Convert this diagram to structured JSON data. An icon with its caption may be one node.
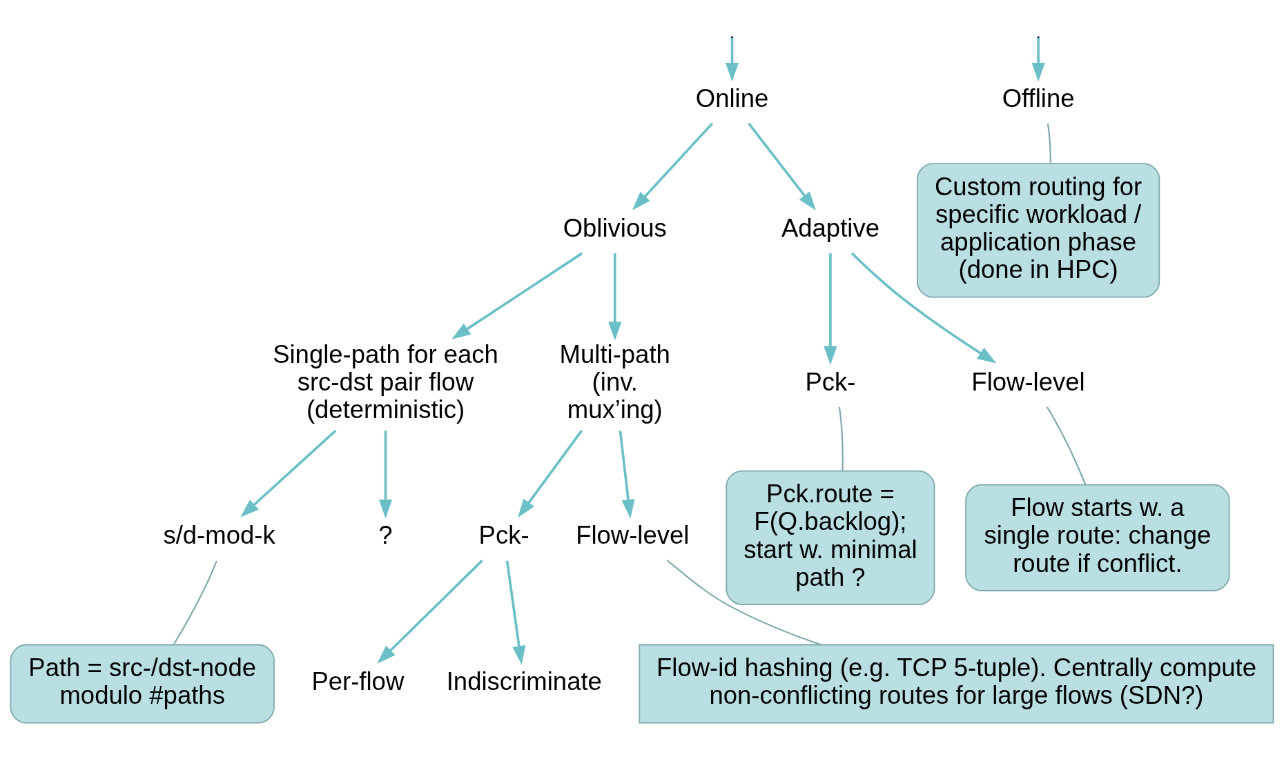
{
  "diagram": {
    "nodes": [
      {
        "text": [
          "Online"
        ]
      },
      {
        "text": [
          "Offline"
        ]
      },
      {
        "text": [
          "Oblivious"
        ]
      },
      {
        "text": [
          "Adaptive"
        ]
      },
      {
        "text": [
          "Single-path for each src-dst pair flow (deterministic)"
        ]
      },
      {
        "text": [
          "Multi-path (inv. mux’ing)"
        ]
      },
      {
        "text": [
          "Pck-"
        ]
      },
      {
        "text": [
          "Flow-level"
        ]
      },
      {
        "text": [
          "s/d-mod-k"
        ]
      },
      {
        "text": [
          "?"
        ]
      },
      {
        "text": [
          "Pck-"
        ]
      },
      {
        "text": [
          "Flow-level"
        ]
      },
      {
        "text": [
          "Per-flow"
        ]
      },
      {
        "text": [
          "Indiscriminate"
        ]
      },
      {
        "text": [
          "Custom routing for specific workload / application phase (done in HPC)"
        ]
      },
      {
        "text": [
          "Pck.route = F(Q.backlog); start w. minimal path ?"
        ]
      },
      {
        "text": [
          "Flow starts w. a single route: change route if conflict."
        ]
      },
      {
        "text": [
          "Path = src-/dst-node modulo #paths"
        ]
      },
      {
        "text": [
          "Flow-id hashing (e.g. TCP 5-tuple). Centrally compute non-conflicting routes for large flows (SDN?)"
        ]
      }
    ],
    "edges": [
      {
        "from": null,
        "to": 0,
        "arrow": "to"
      },
      {
        "from": null,
        "to": 1,
        "arrow": "to"
      },
      {
        "from": 0,
        "to": 2,
        "arrow": "to"
      },
      {
        "from": 0,
        "to": 3,
        "arrow": "to"
      },
      {
        "from": 2,
        "to": 4,
        "arrow": "to"
      },
      {
        "from": 2,
        "to": 5,
        "arrow": "to"
      },
      {
        "from": 3,
        "to": 6,
        "arrow": "to"
      },
      {
        "from": 3,
        "to": 7,
        "arrow": "to"
      },
      {
        "from": 4,
        "to": 8,
        "arrow": "to"
      },
      {
        "from": 4,
        "to": 9,
        "arrow": "to"
      },
      {
        "from": 5,
        "to": 10,
        "arrow": "to"
      },
      {
        "from": 5,
        "to": 11,
        "arrow": "to"
      },
      {
        "from": 10,
        "to": 12,
        "arrow": "to"
      },
      {
        "from": 10,
        "to": 13,
        "arrow": "to"
      },
      {
        "from": 14,
        "to": 1,
        "arrow": "none",
        "color": "#7fa9ad"
      },
      {
        "from": 15,
        "to": 6,
        "arrow": "none",
        "color": "#7fa9ad"
      },
      {
        "from": 16,
        "to": 7,
        "arrow": "none",
        "color": "#7fa9ad"
      },
      {
        "from": 17,
        "to": 8,
        "arrow": "none",
        "color": "#7fa9ad"
      },
      {
        "from": 18,
        "to": 11,
        "arrow": "none",
        "color": "#7fa9ad"
      }
    ]
  }
}
